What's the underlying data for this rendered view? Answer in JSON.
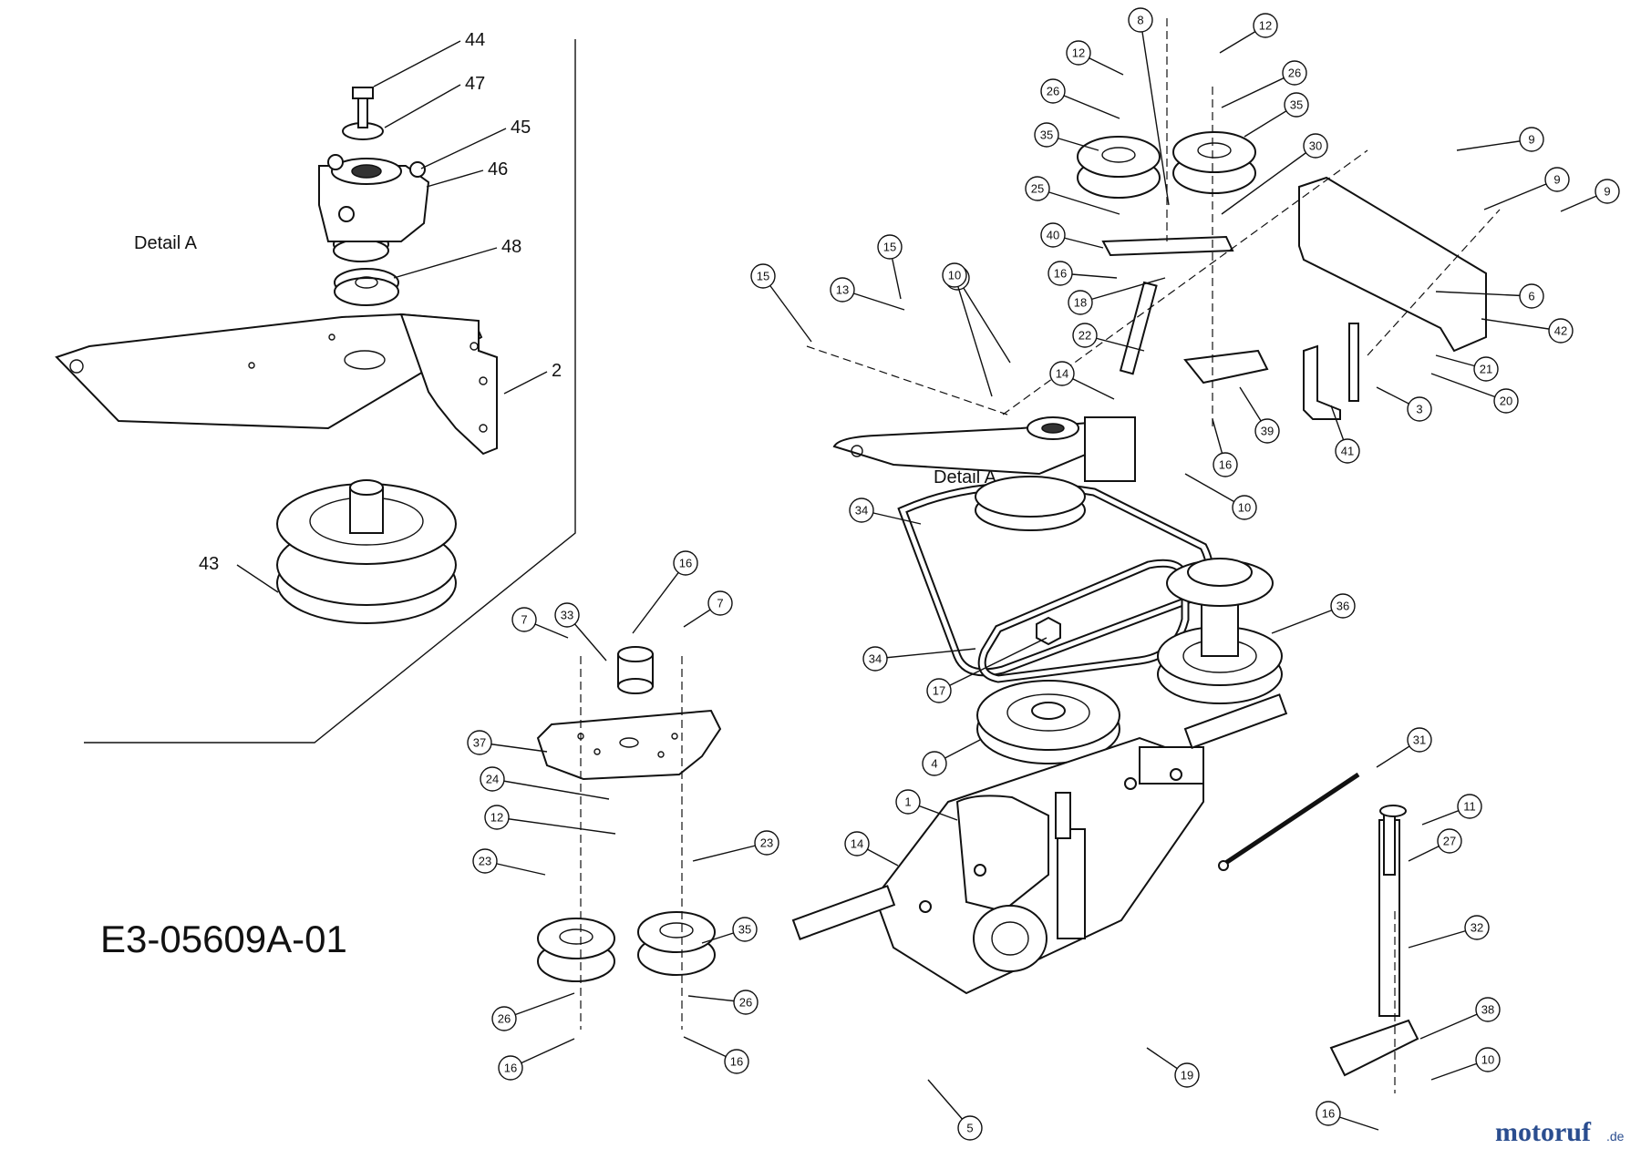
{
  "detail_label": "Detail A",
  "drawing_code": "E3-05609A-01",
  "watermark": {
    "main": "motoruf",
    "suffix": ".de",
    "color_main": "#2a4d8f",
    "color_dot": "#c0392b"
  },
  "detail_callouts": [
    "44",
    "47",
    "45",
    "46",
    "48",
    "2",
    "43"
  ],
  "callouts": [
    "8",
    "12",
    "12",
    "26",
    "26",
    "35",
    "35",
    "30",
    "25",
    "9",
    "9",
    "9",
    "40",
    "16",
    "18",
    "6",
    "15",
    "15",
    "13",
    "13",
    "10",
    "22",
    "42",
    "21",
    "20",
    "3",
    "39",
    "14",
    "16",
    "41",
    "10",
    "34",
    "36",
    "34",
    "17",
    "4",
    "33",
    "16",
    "7",
    "7",
    "37",
    "24",
    "12",
    "23",
    "23",
    "1",
    "14",
    "35",
    "26",
    "26",
    "16",
    "16",
    "31",
    "11",
    "27",
    "32",
    "38",
    "10",
    "19",
    "16",
    "5"
  ],
  "colors": {
    "line": "#111111",
    "background": "#ffffff"
  }
}
